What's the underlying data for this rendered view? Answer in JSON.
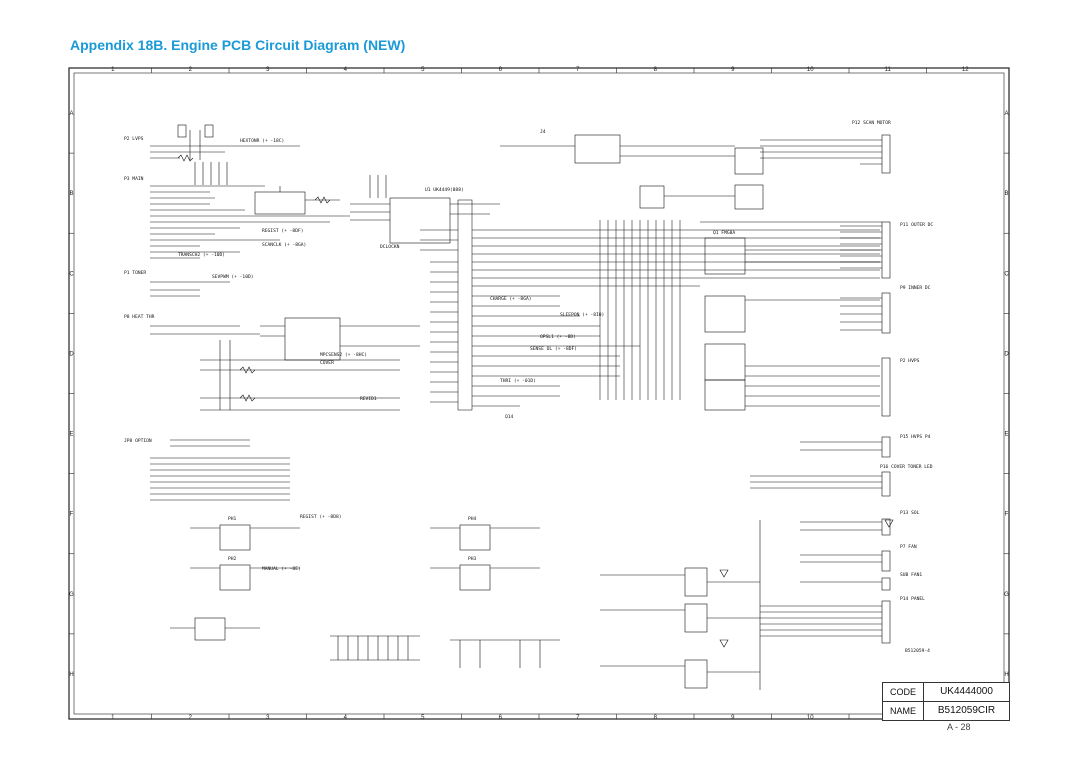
{
  "title": "Appendix 18B. Engine PCB Circuit Diagram (NEW)",
  "page_number": "A - 28",
  "title_block": {
    "code_key": "CODE",
    "code_value": "UK4444000",
    "name_key": "NAME",
    "name_value": "B512059CIR"
  },
  "zones": {
    "columns": [
      "1",
      "2",
      "3",
      "4",
      "5",
      "6",
      "7",
      "8",
      "9",
      "10",
      "11",
      "12"
    ],
    "rows": [
      "A",
      "B",
      "C",
      "D",
      "E",
      "F",
      "G",
      "H"
    ]
  },
  "blocks": {
    "p2": "P2 LVPS",
    "p3": "P3 MAIN",
    "p1": "P1 TONER",
    "p8": "P8 HEAT THR",
    "p12": "P12 SCAN MOTOR",
    "p11": "P11 OUTER DC",
    "p9": "P9 INNER DC",
    "p2b": "P2 HVPS",
    "p15": "P15 HVPS P4",
    "p16": "P16 COVER TONER LED",
    "p13": "P13 SOL",
    "p7": "P7 FAN",
    "p14": "P14 PANEL",
    "jp8": "JP8 OPTION",
    "j4": "J4",
    "u1": "U1 UK4449(888)",
    "q1": "Q1 FMG8A",
    "q14": "Q14",
    "ph1": "PH1",
    "ph2": "PH2",
    "ph3": "PH3",
    "ph4": "PH4",
    "sub": "SUB FAN1",
    "boardno": "B512059-4"
  },
  "nets": {
    "n1": "HEXTONR (+ -18C)",
    "n2": "REGIST (+ -8DF)",
    "n3": "SCANCLK (+ -8GA)",
    "n4": "TRANSCH2 (+ -10D)",
    "n5": "SEVPWM (+ -10D)",
    "n6": "CHARGE (+ -8GA)",
    "n7": "SLEEPON (+ -8I0)",
    "n8": "SENSE OL (+ -8DF)",
    "n9": "MANUAL (+ -8E)",
    "n10": "REGIST (+ -8D8)",
    "n11": "MPCSENS2 (+ -8HC)",
    "n12": "REVID1",
    "n13": "DCLOCKN",
    "n14": "COVER",
    "n15": "OPSL1 (+ -8D)",
    "n16": "THRI (+ -01D)"
  }
}
